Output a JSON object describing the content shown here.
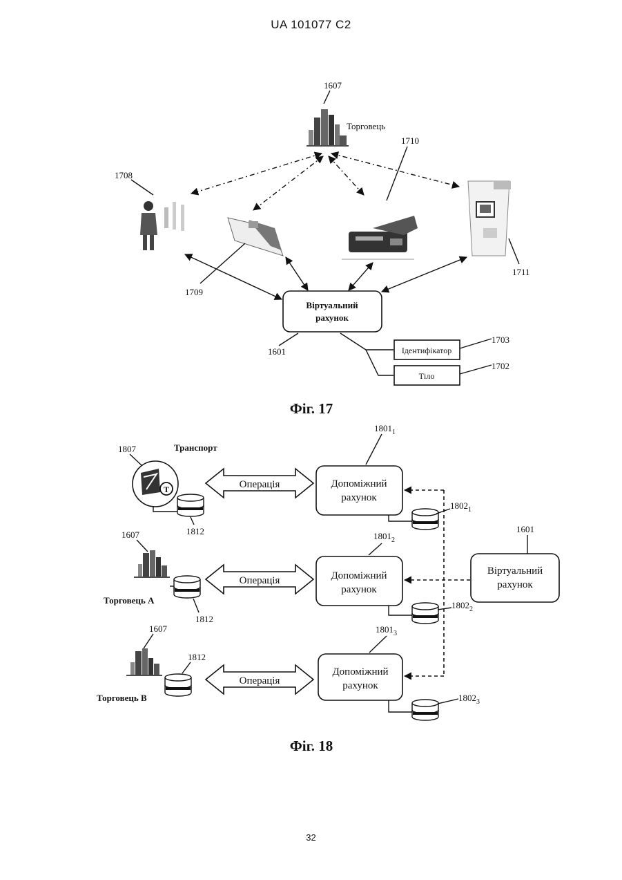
{
  "header": "UA   101077   C2",
  "page_number": "32",
  "fig17": {
    "caption": "Фіг. 17",
    "merchant_label": "Торговець",
    "virtual_account_line1": "Віртуальний",
    "virtual_account_line2": "рахунок",
    "identifier": "Ідентифікатор",
    "body": "Тіло",
    "refs": {
      "r1607": "1607",
      "r1708": "1708",
      "r1709": "1709",
      "r1710": "1710",
      "r1711": "1711",
      "r1601": "1601",
      "r1703": "1703",
      "r1702": "1702"
    },
    "icons": [
      "merchant-buildings-icon",
      "person-icon",
      "card-reader-icon",
      "sewing-machine-icon",
      "atm-icon"
    ]
  },
  "fig18": {
    "caption": "Фіг. 18",
    "transport_label": "Транспорт",
    "merchant_a": "Торговець А",
    "merchant_b": "Торговець В",
    "operation": "Операція",
    "aux_line1": "Допоміжний",
    "aux_line2": "рахунок",
    "virtual_line1": "Віртуальний",
    "virtual_line2": "рахунок",
    "refs": {
      "r1807": "1807",
      "r1607a": "1607",
      "r1607b": "1607",
      "r1812a": "1812",
      "r1812b": "1812",
      "r1812c": "1812",
      "r1601": "1601",
      "r1801_1": "1801",
      "r1801_2": "1801",
      "r1801_3": "1801",
      "r1802_1": "1802",
      "r1802_2": "1802",
      "r1802_3": "1802",
      "sub1": "1",
      "sub2": "2",
      "sub3": "3"
    },
    "icons": [
      "transport-icon",
      "merchant-buildings-icon",
      "database-icon"
    ]
  }
}
